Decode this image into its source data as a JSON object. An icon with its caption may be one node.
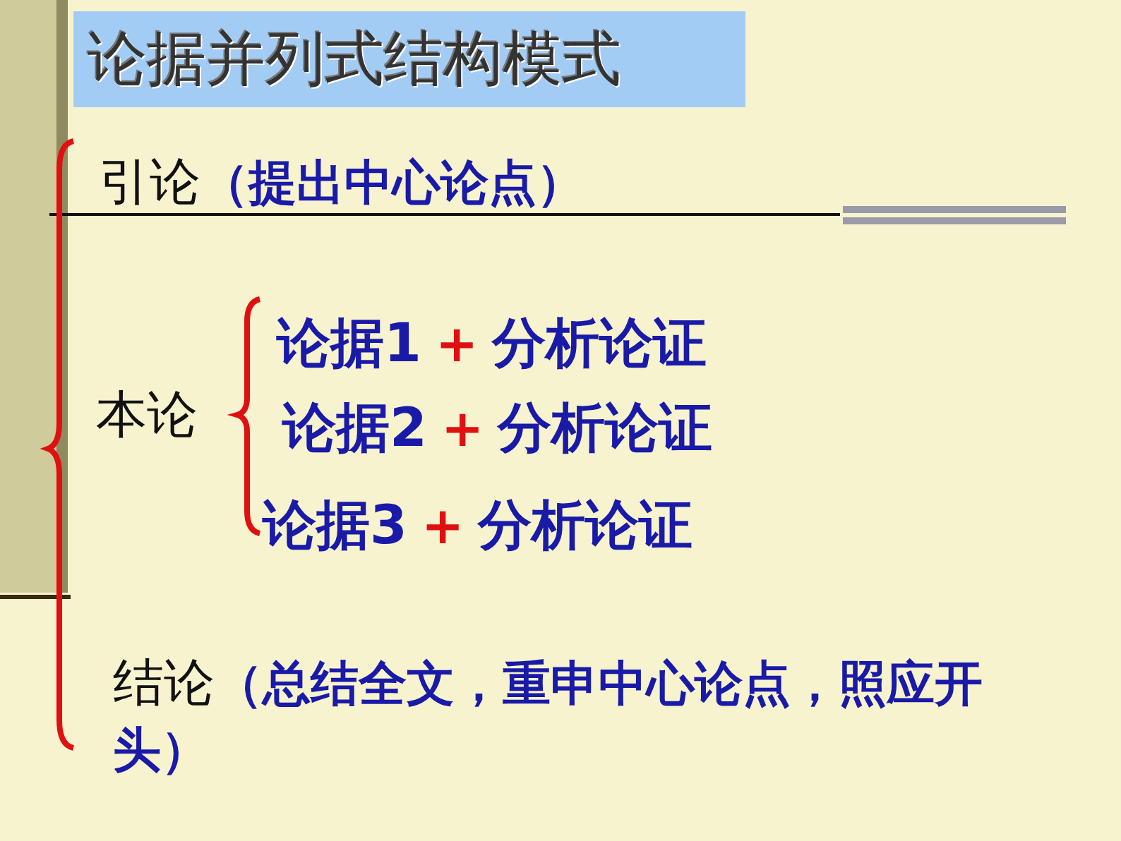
{
  "diagram": {
    "title": "论据并列式结构模式",
    "nodes": [
      {
        "text": [
          "引论",
          "（提出中心论点）"
        ]
      },
      {
        "text": [
          "本论"
        ]
      },
      {
        "text": [
          "论据1",
          "+",
          "分析论证"
        ]
      },
      {
        "text": [
          "论据2",
          "+",
          "分析论证"
        ]
      },
      {
        "text": [
          "论据3",
          "+",
          "分析论证"
        ]
      },
      {
        "text": [
          "结论",
          "（总结全文，重申中心论点，照应开头）"
        ]
      }
    ]
  }
}
